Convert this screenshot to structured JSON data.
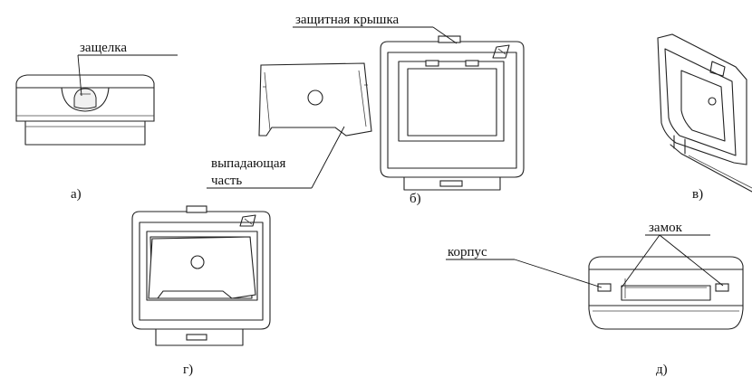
{
  "labels": {
    "latch": "защелка",
    "protective_cover": "защитная крышка",
    "dropout_part_line1": "выпадающая",
    "dropout_part_line2": "часть",
    "housing": "корпус",
    "lock": "замок"
  },
  "captions": {
    "a": "а)",
    "b": "б)",
    "v": "в)",
    "g": "г)",
    "d": "д)"
  }
}
